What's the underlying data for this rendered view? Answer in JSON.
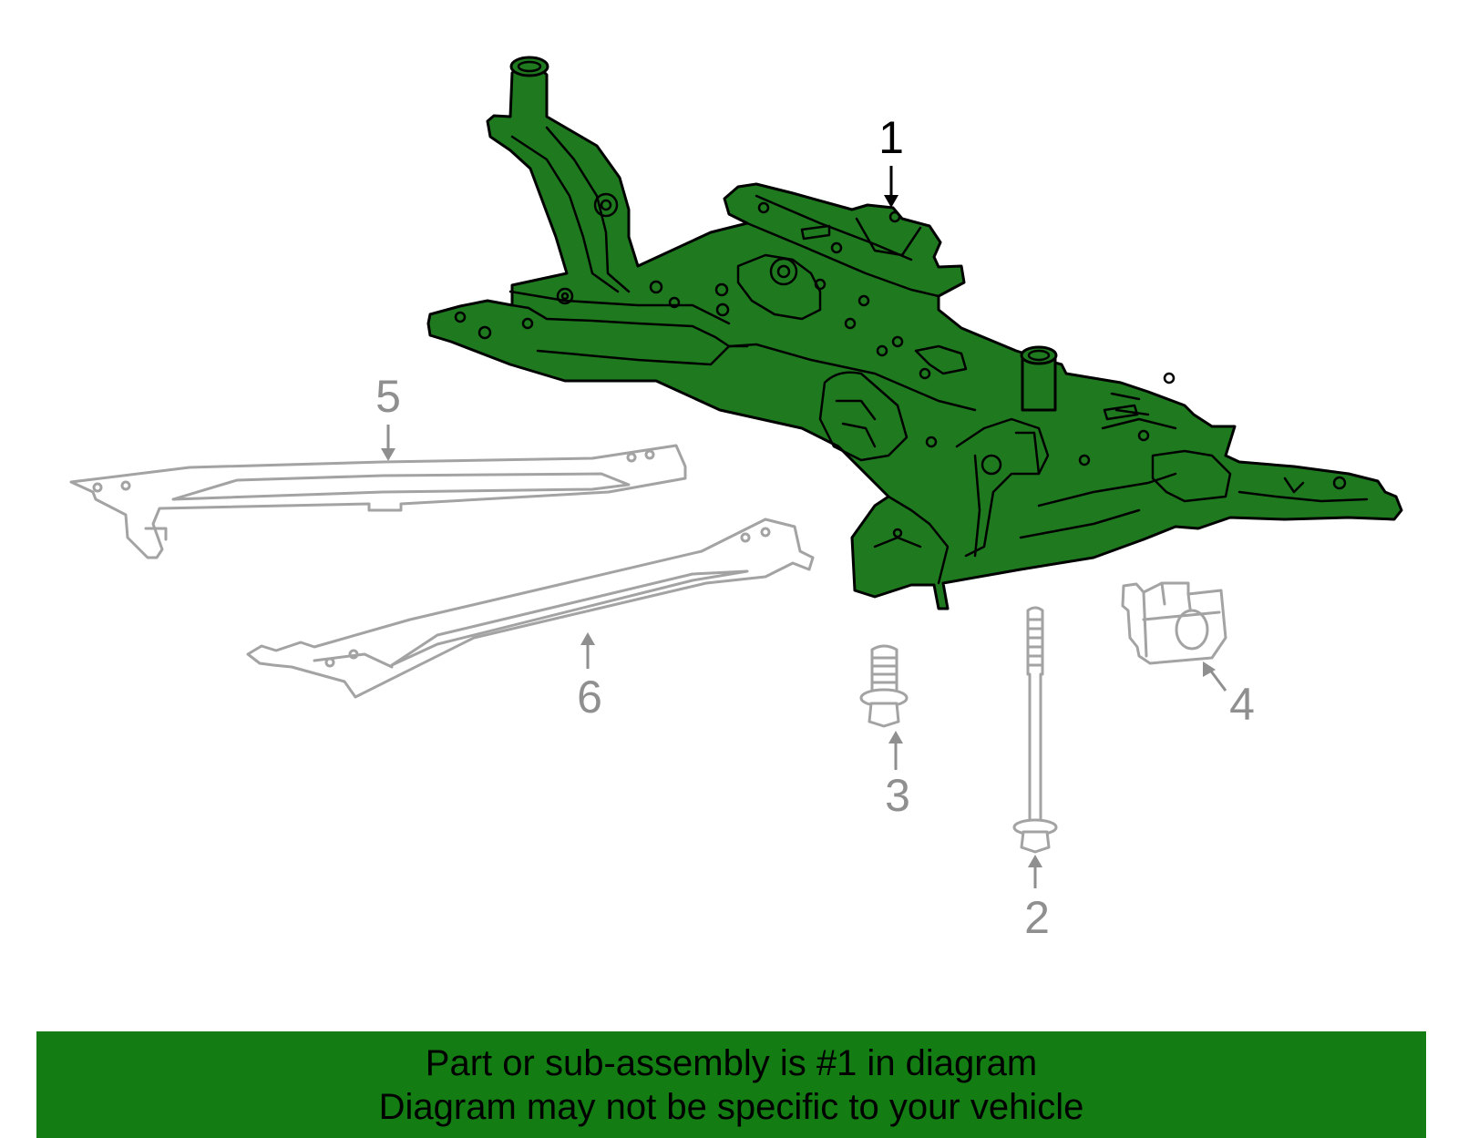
{
  "colors": {
    "highlight": "#1f7a1f",
    "banner_background": "#137d13",
    "highlight_callout": "#000000",
    "other_parts": "#a3a3a3",
    "other_callouts": "#8f8f8f"
  },
  "callouts": {
    "part_1": "1",
    "part_2": "2",
    "part_3": "3",
    "part_4": "4",
    "part_5": "5",
    "part_6": "6"
  },
  "highlighted_part": "1",
  "banner": {
    "line1": "Part or sub-assembly is #1 in diagram",
    "line2": "Diagram may not be specific to your vehicle"
  }
}
